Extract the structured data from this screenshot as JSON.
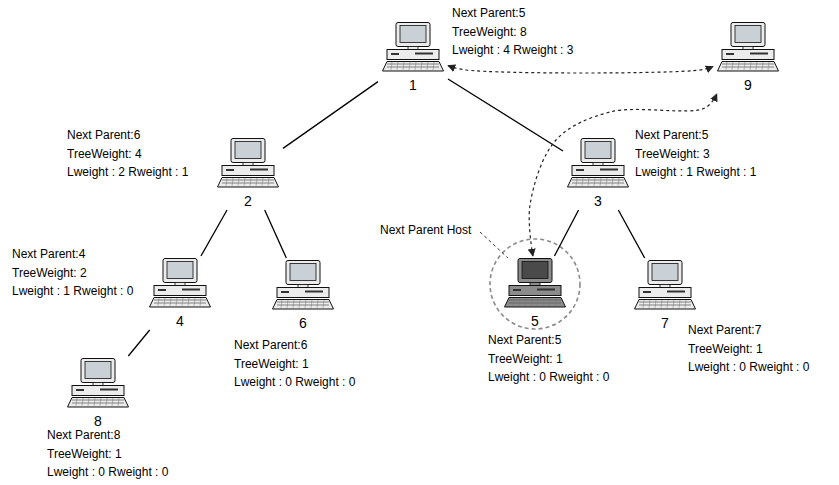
{
  "diagram": {
    "nodes": [
      {
        "text": [
          "1",
          "Next Parent:5",
          "TreeWeight: 8",
          "Lweight : 4 Rweight : 3"
        ]
      },
      {
        "text": [
          "9"
        ]
      },
      {
        "text": [
          "2",
          "Next Parent:6",
          "TreeWeight: 4",
          "Lweight : 2 Rweight : 1"
        ]
      },
      {
        "text": [
          "3",
          "Next Parent:5",
          "TreeWeight: 3",
          "Lweight : 1 Rweight : 1"
        ]
      },
      {
        "text": [
          "4",
          "Next Parent:4",
          "TreeWeight: 2",
          "Lweight : 1 Rweight : 0"
        ]
      },
      {
        "text": [
          "6",
          "Next Parent:6",
          "TreeWeight: 1",
          "Lweight : 0 Rweight : 0"
        ]
      },
      {
        "text": [
          "5",
          "Next Parent:5",
          "TreeWeight: 1",
          "Lweight : 0 Rweight : 0"
        ]
      },
      {
        "text": [
          "7",
          "Next Parent:7",
          "TreeWeight: 1",
          "Lweight : 0 Rweight : 0"
        ]
      },
      {
        "text": [
          "8",
          "Next Parent:8",
          "TreeWeight: 1",
          "Lweight : 0 Rweight : 0"
        ]
      }
    ],
    "edges": [
      {
        "from": 0,
        "to": 2,
        "arrow": "none"
      },
      {
        "from": 0,
        "to": 3,
        "arrow": "none"
      },
      {
        "from": 2,
        "to": 4,
        "arrow": "none"
      },
      {
        "from": 2,
        "to": 5,
        "arrow": "none"
      },
      {
        "from": 3,
        "to": 6,
        "arrow": "none"
      },
      {
        "from": 3,
        "to": 7,
        "arrow": "none"
      },
      {
        "from": 4,
        "to": 8,
        "arrow": "none"
      },
      {
        "from": 0,
        "to": 1,
        "arrow": "both"
      },
      {
        "from": 6,
        "to": 1,
        "arrow": "both"
      }
    ],
    "labels": [
      "Next Parent Host"
    ]
  }
}
